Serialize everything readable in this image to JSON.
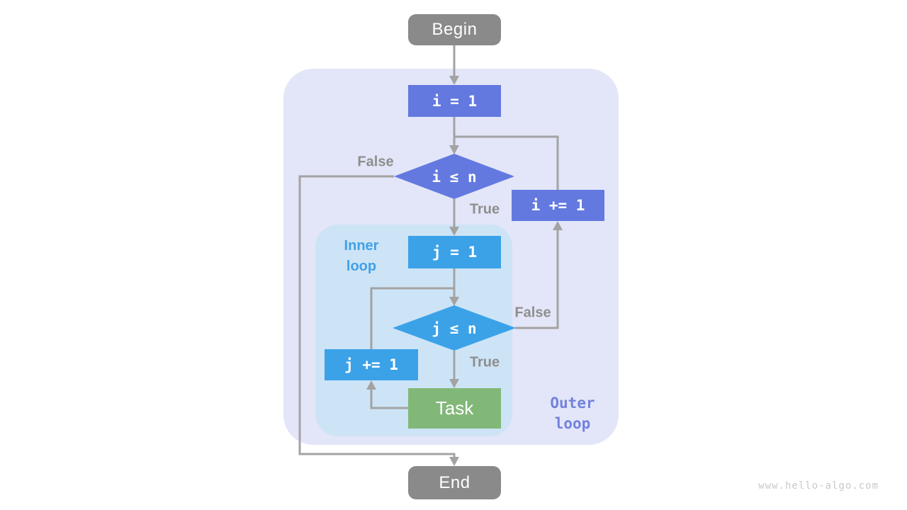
{
  "diagram": {
    "nodes": {
      "begin": "Begin",
      "init_i": "i = 1",
      "cond_i": "i ≤ n",
      "incr_i": "i += 1",
      "init_j": "j = 1",
      "cond_j": "j ≤ n",
      "incr_j": "j += 1",
      "task": "Task",
      "end": "End"
    },
    "edge_labels": {
      "outer_false": "False",
      "outer_true": "True",
      "inner_false": "False",
      "inner_true": "True"
    },
    "regions": {
      "inner_loop": {
        "line1": "Inner",
        "line2": "loop"
      },
      "outer_loop": {
        "line1": "Outer",
        "line2": "loop"
      }
    },
    "watermark": "www.hello-algo.com",
    "colors": {
      "outer_region_bg": "#e3e6f8",
      "inner_region_bg": "#cde4f6",
      "outer_node": "#6379e0",
      "inner_node": "#3ba2e8",
      "task_node": "#81b878",
      "terminal_node": "#8a8a8a",
      "arrow": "#a3a3a3",
      "edge_label_text": "#8e8e8e",
      "inner_label_text": "#42a1e8",
      "outer_label_text": "#7381de",
      "watermark_text": "#c9c9c9"
    }
  }
}
